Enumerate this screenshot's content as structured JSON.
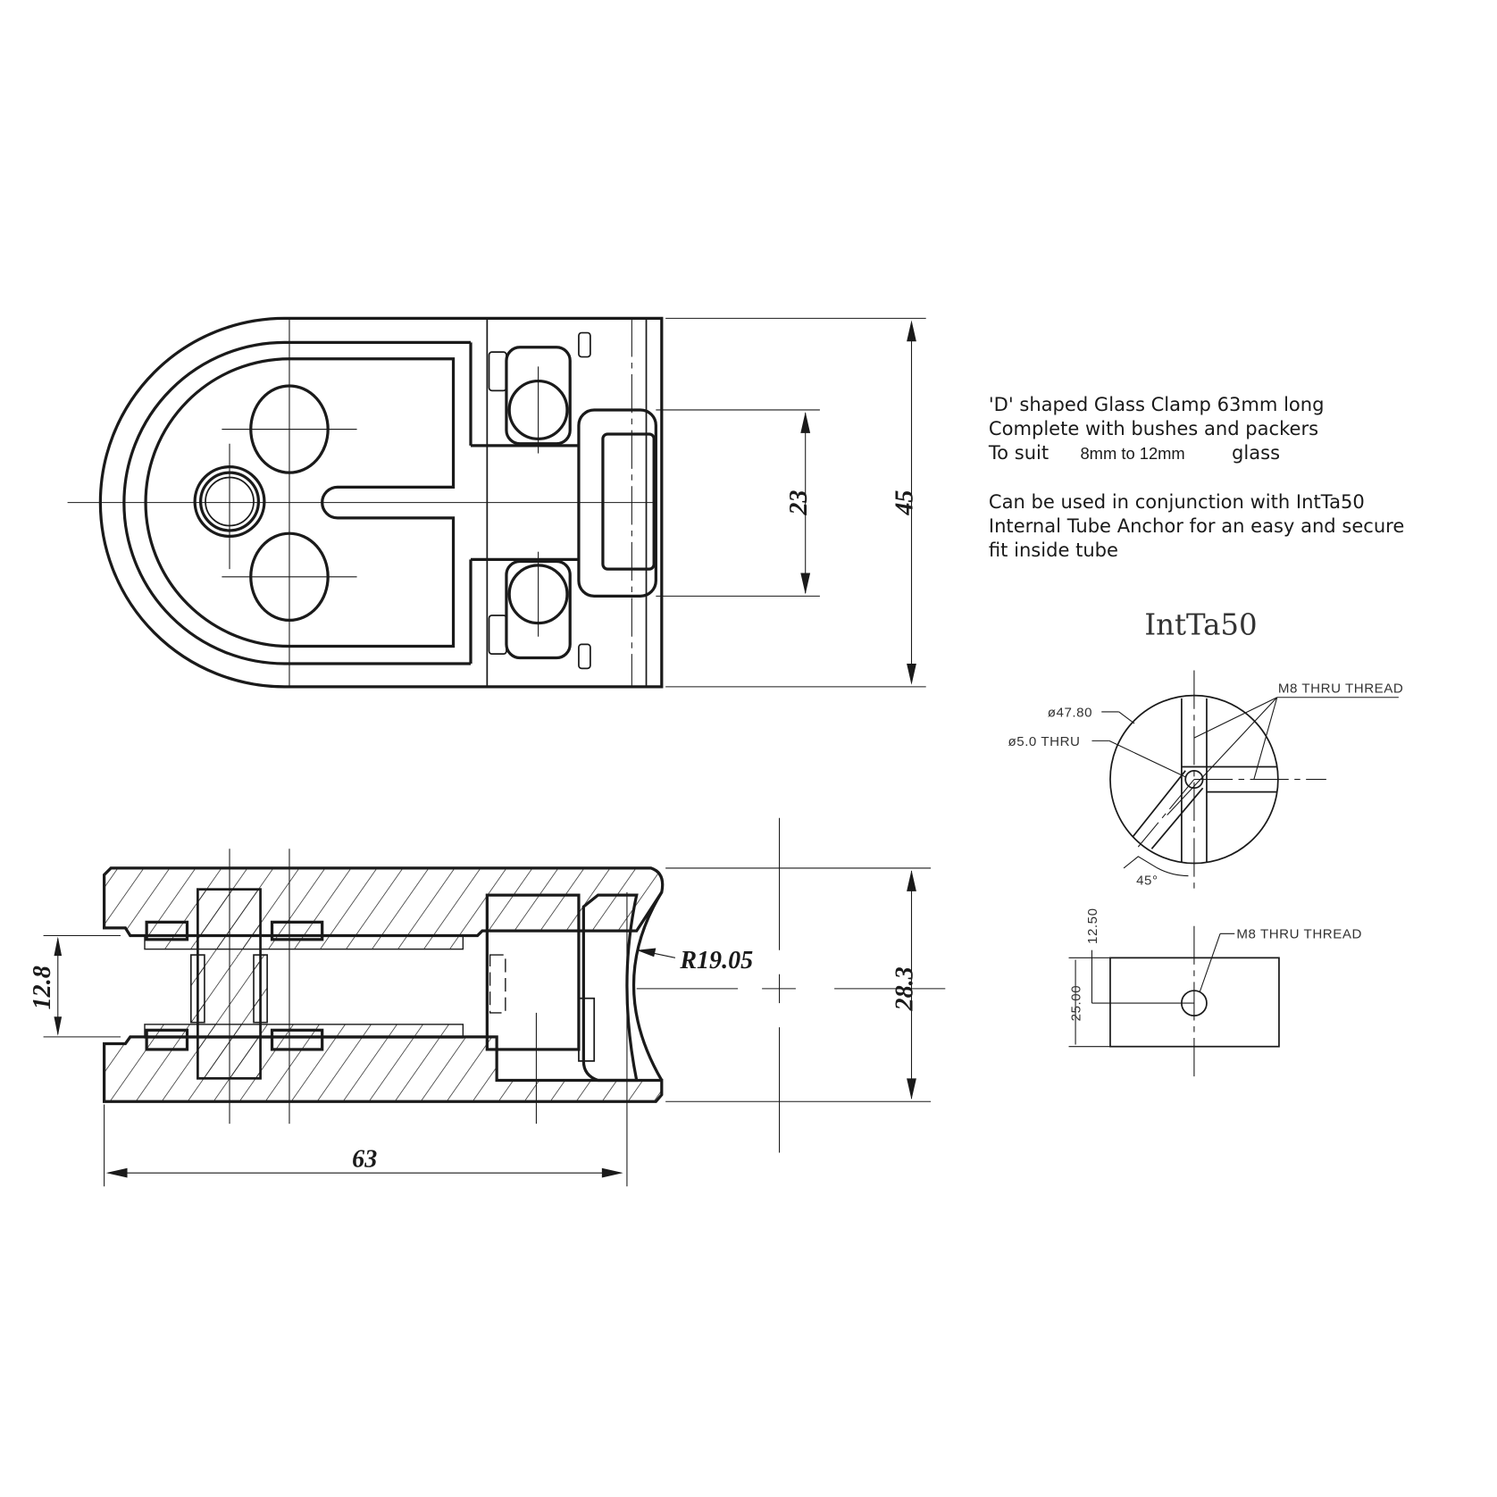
{
  "description": {
    "line1": "'D' shaped Glass Clamp 63mm long",
    "line2": "Complete with bushes and packers",
    "line3_prefix": "To suit",
    "line3_range": "8mm to 12mm",
    "line3_suffix": "glass",
    "line4": "Can be used in conjunction with IntTa50",
    "line5": "Internal Tube Anchor for an easy and secure",
    "line6": "fit inside tube"
  },
  "top_view": {
    "dim_height": "45",
    "dim_slot": "23"
  },
  "side_view": {
    "dim_gap": "12.8",
    "dim_height": "28.3",
    "dim_length": "63",
    "dim_radius": "R19.05"
  },
  "anchor": {
    "title": "IntTa50",
    "diameter_label": "ø47.80",
    "hole_label": "ø5.0 THRU",
    "thread_label": "M8 THRU THREAD",
    "angle_label": "45°",
    "side_thread_label": "M8 THRU THREAD",
    "dim_half": "12.50",
    "dim_full": "25.00"
  }
}
